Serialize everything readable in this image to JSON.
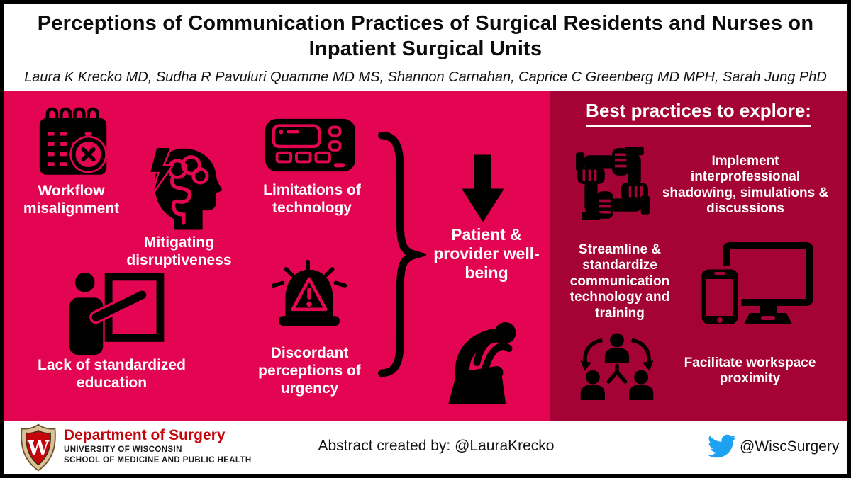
{
  "colors": {
    "pink_panel": "#E30551",
    "dark_panel": "#A50336",
    "frame": "#000000",
    "header_bg": "#FFFFFF",
    "text_light": "#FFFFFF",
    "text_dark": "#111111",
    "uw_red": "#C5050C",
    "twitter_blue": "#1DA1F2"
  },
  "header": {
    "title_lines": [
      "Perceptions of Communication Practices of Surgical Residents and Nurses on",
      "Inpatient Surgical Units"
    ],
    "authors": "Laura K Krecko MD, Sudha R Pavuluri Quamme MD MS, Shannon Carnahan, Caprice C Greenberg MD MPH, Sarah Jung PhD"
  },
  "problems": {
    "items": [
      {
        "label": "Workflow misalignment",
        "icon": "calendar-x-icon"
      },
      {
        "label": "Mitigating disruptiveness",
        "icon": "disrupted-mind-icon"
      },
      {
        "label": "Limitations of technology",
        "icon": "pager-icon"
      },
      {
        "label": "Lack of standardized education",
        "icon": "educator-whiteboard-icon"
      },
      {
        "label": "Discordant perceptions of urgency",
        "icon": "alarm-siren-icon"
      }
    ],
    "outcome": {
      "label": "Patient & provider well-being",
      "icons": [
        "curly-brace",
        "down-arrow-icon",
        "despairing-person-icon"
      ]
    }
  },
  "best_practices": {
    "heading": "Best practices to explore:",
    "items": [
      {
        "label": "Implement interprofessional shadowing, simulations & discussions",
        "icon": "teamwork-hands-icon"
      },
      {
        "label": "Streamline & standardize communication technology and training",
        "icon": "computer-devices-icon"
      },
      {
        "label": "Facilitate workspace proximity",
        "icon": "people-network-icon"
      }
    ]
  },
  "footer": {
    "department": "Department of Surgery",
    "university": "UNIVERSITY OF WISCONSIN",
    "school": "SCHOOL OF MEDICINE AND PUBLIC HEALTH",
    "credit": "Abstract created by: @LauraKrecko",
    "twitter_handle": "@WiscSurgery",
    "logo": "uw-crest-icon",
    "icon": "twitter-bird-icon"
  }
}
